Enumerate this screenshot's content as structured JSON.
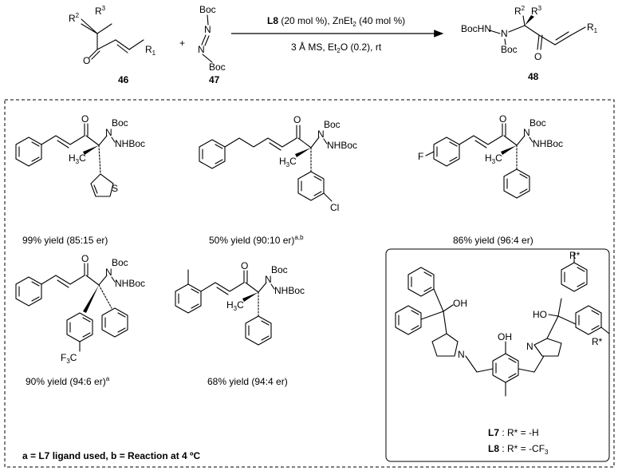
{
  "scheme": {
    "reactant1": {
      "id": "46",
      "r1": "R",
      "r1_sub": "1",
      "r2": "R",
      "r2_sup": "2",
      "r3": "R",
      "r3_sup": "3",
      "oxygen": "O"
    },
    "plus": "+",
    "reactant2": {
      "id": "47",
      "boc_top": "Boc",
      "boc_bottom": "Boc",
      "n1": "N",
      "n2": "N"
    },
    "conditions": {
      "ligand": "L8",
      "ligand_loading": " (20 mol %), ZnEt",
      "zn_sub": "2",
      "zn_loading": " (40 mol %)",
      "line2_pre": "3 Å MS, Et",
      "line2_sub": "2",
      "line2_post": "O (0.2), rt"
    },
    "product": {
      "id": "48",
      "bochn": "BocHN",
      "n": "N",
      "boc": "Boc",
      "oxygen": "O",
      "r1": "R",
      "r1_sub": "1",
      "r2": "R",
      "r2_sup": "2",
      "r3": "R",
      "r3_sup": "3"
    }
  },
  "products": [
    {
      "yield": "99% yield (85:15 er)",
      "sup": ""
    },
    {
      "yield": "50% yield (90:10 er)",
      "sup": "a,b"
    },
    {
      "yield": "86% yield (96:4 er)",
      "sup": ""
    },
    {
      "yield": "90% yield (94:6 er)",
      "sup": "a"
    },
    {
      "yield": "68% yield (94:4 er)",
      "sup": ""
    }
  ],
  "atoms": {
    "o": "O",
    "boc": "Boc",
    "nhboc": "NHBoc",
    "n": "N",
    "h3c": "H",
    "h3c_sub": "3",
    "c": "C",
    "s": "S",
    "cl": "Cl",
    "f": "F",
    "f3c": "F",
    "f3c_sub": "3",
    "oh": "OH",
    "ho": "HO",
    "rstar": "R*"
  },
  "ligands": {
    "l7": {
      "name": "L7",
      "def": " : R* = -H"
    },
    "l8": {
      "name": "L8",
      "def": " : R* = -CF",
      "def_sub": "3"
    }
  },
  "footnote": "a = L7 ligand used, b = Reaction at 4 ºC"
}
